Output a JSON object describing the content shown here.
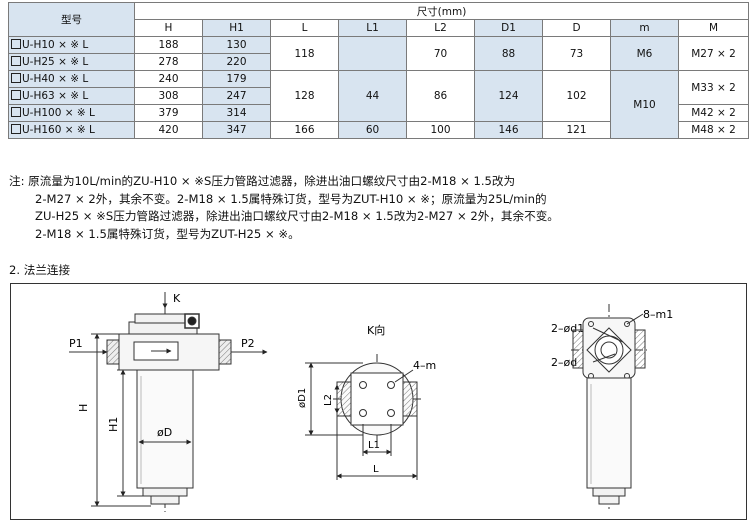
{
  "table": {
    "header_model": "型号",
    "header_size": "尺寸(mm)",
    "columns": [
      "H",
      "H1",
      "L",
      "L1",
      "L2",
      "D1",
      "D",
      "m",
      "M"
    ],
    "models": [
      "U-H10 × ※ L",
      "U-H25 × ※ L",
      "U-H40 × ※ L",
      "U-H63 × ※ L",
      "U-H100 × ※ L",
      "U-H160 × ※ L"
    ],
    "H": [
      "188",
      "278",
      "240",
      "308",
      "379",
      "420"
    ],
    "H1": [
      "130",
      "220",
      "179",
      "247",
      "314",
      "347"
    ],
    "L": [
      "118",
      "128",
      "166"
    ],
    "L1": [
      "44",
      "60"
    ],
    "L2": [
      "70",
      "86",
      "100"
    ],
    "D1": [
      "88",
      "124",
      "146"
    ],
    "D": [
      "73",
      "102",
      "121"
    ],
    "m": [
      "M6",
      "M10"
    ],
    "M": [
      "M27 × 2",
      "M33 × 2",
      "M42 × 2",
      "M48 × 2"
    ]
  },
  "notes": [
    "注: 原流量为10L/min的ZU-H10 × ※S压力管路过滤器，除进出油口螺纹尺寸由2-M18 × 1.5改为",
    "2-M27 × 2外，其余不变。2-M18 × 1.5属特殊订货，型号为ZUT-H10 × ※；原流量为25L/min的",
    "ZU-H25 × ※S压力管路过滤器，除进出油口螺纹尺寸由2-M18 × 1.5改为2-M27 × 2外，其余不变。",
    "2-M18 × 1.5属特殊订货，型号为ZUT-H25 × ※。"
  ],
  "section_title": "2. 法兰连接",
  "drawing": {
    "left": {
      "k": "K",
      "p1": "P1",
      "p2": "P2",
      "h": "H",
      "h1": "H1",
      "d": "øD"
    },
    "middle": {
      "view": "K向",
      "m": "4–m",
      "d1": "øD1",
      "l2": "L2",
      "l1": "L1",
      "l": "L"
    },
    "right": {
      "m1": "8–m1",
      "d1": "2–ød1",
      "d": "2–ød"
    }
  },
  "colors": {
    "shade": "#d8e4f0",
    "line": "#333333"
  }
}
